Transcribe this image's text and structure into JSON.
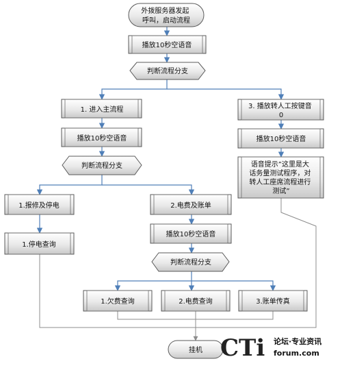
{
  "nodes": {
    "start": [
      "外拨服务器发起",
      "呼叫，启动流程"
    ],
    "play1": [
      "播放10秒空语音"
    ],
    "decision1": [
      "判断流程分支"
    ],
    "enter_main": [
      "1. 进入主流程"
    ],
    "play2": [
      "播放10秒空语音"
    ],
    "decision2": [
      "判断流程分支"
    ],
    "repair": [
      "1.报修及停电"
    ],
    "outage_query": [
      "1.停电查询"
    ],
    "billing": [
      "2.电费及账单"
    ],
    "play3": [
      "播放10秒空语音"
    ],
    "decision3": [
      "判断流程分支"
    ],
    "arrears": [
      "1.欠费查询"
    ],
    "fee_query": [
      "2.电费查询"
    ],
    "bill_fax": [
      "3.账单传真"
    ],
    "transfer": [
      "3. 播放转人工按键音",
      "0"
    ],
    "play4": [
      "播放10秒空语音"
    ],
    "prompt": [
      "语音提示”这里是大",
      "话务量测试程序，对",
      "转人工座席流程进行",
      "测试”"
    ],
    "hangup": [
      "挂机"
    ]
  },
  "watermark": {
    "logo_text": "CTi",
    "line1": "论坛·专业资讯",
    "line2": "forum.com"
  }
}
